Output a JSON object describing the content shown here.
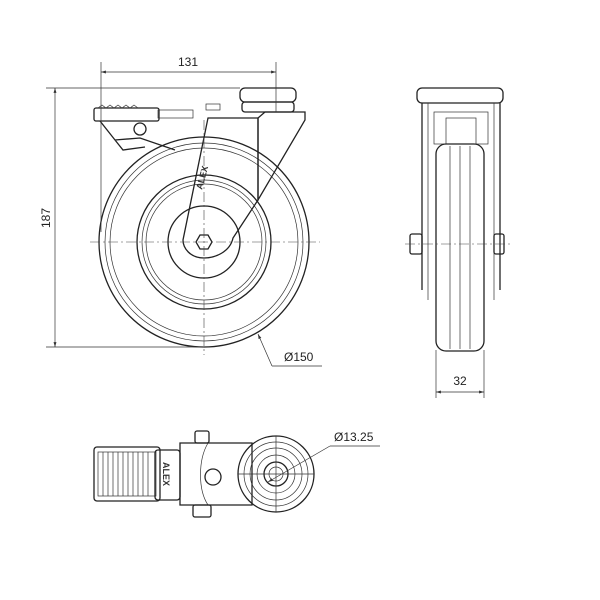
{
  "drawing": {
    "title": "Swivel caster with brake - technical drawing",
    "dimensions": {
      "plate_offset": "131",
      "overall_height": "187",
      "wheel_diameter": "Ø150",
      "wheel_width": "32",
      "bolt_hole_diameter": "Ø13.25"
    },
    "logo_text": "ALEX",
    "line_color": "#222222"
  }
}
